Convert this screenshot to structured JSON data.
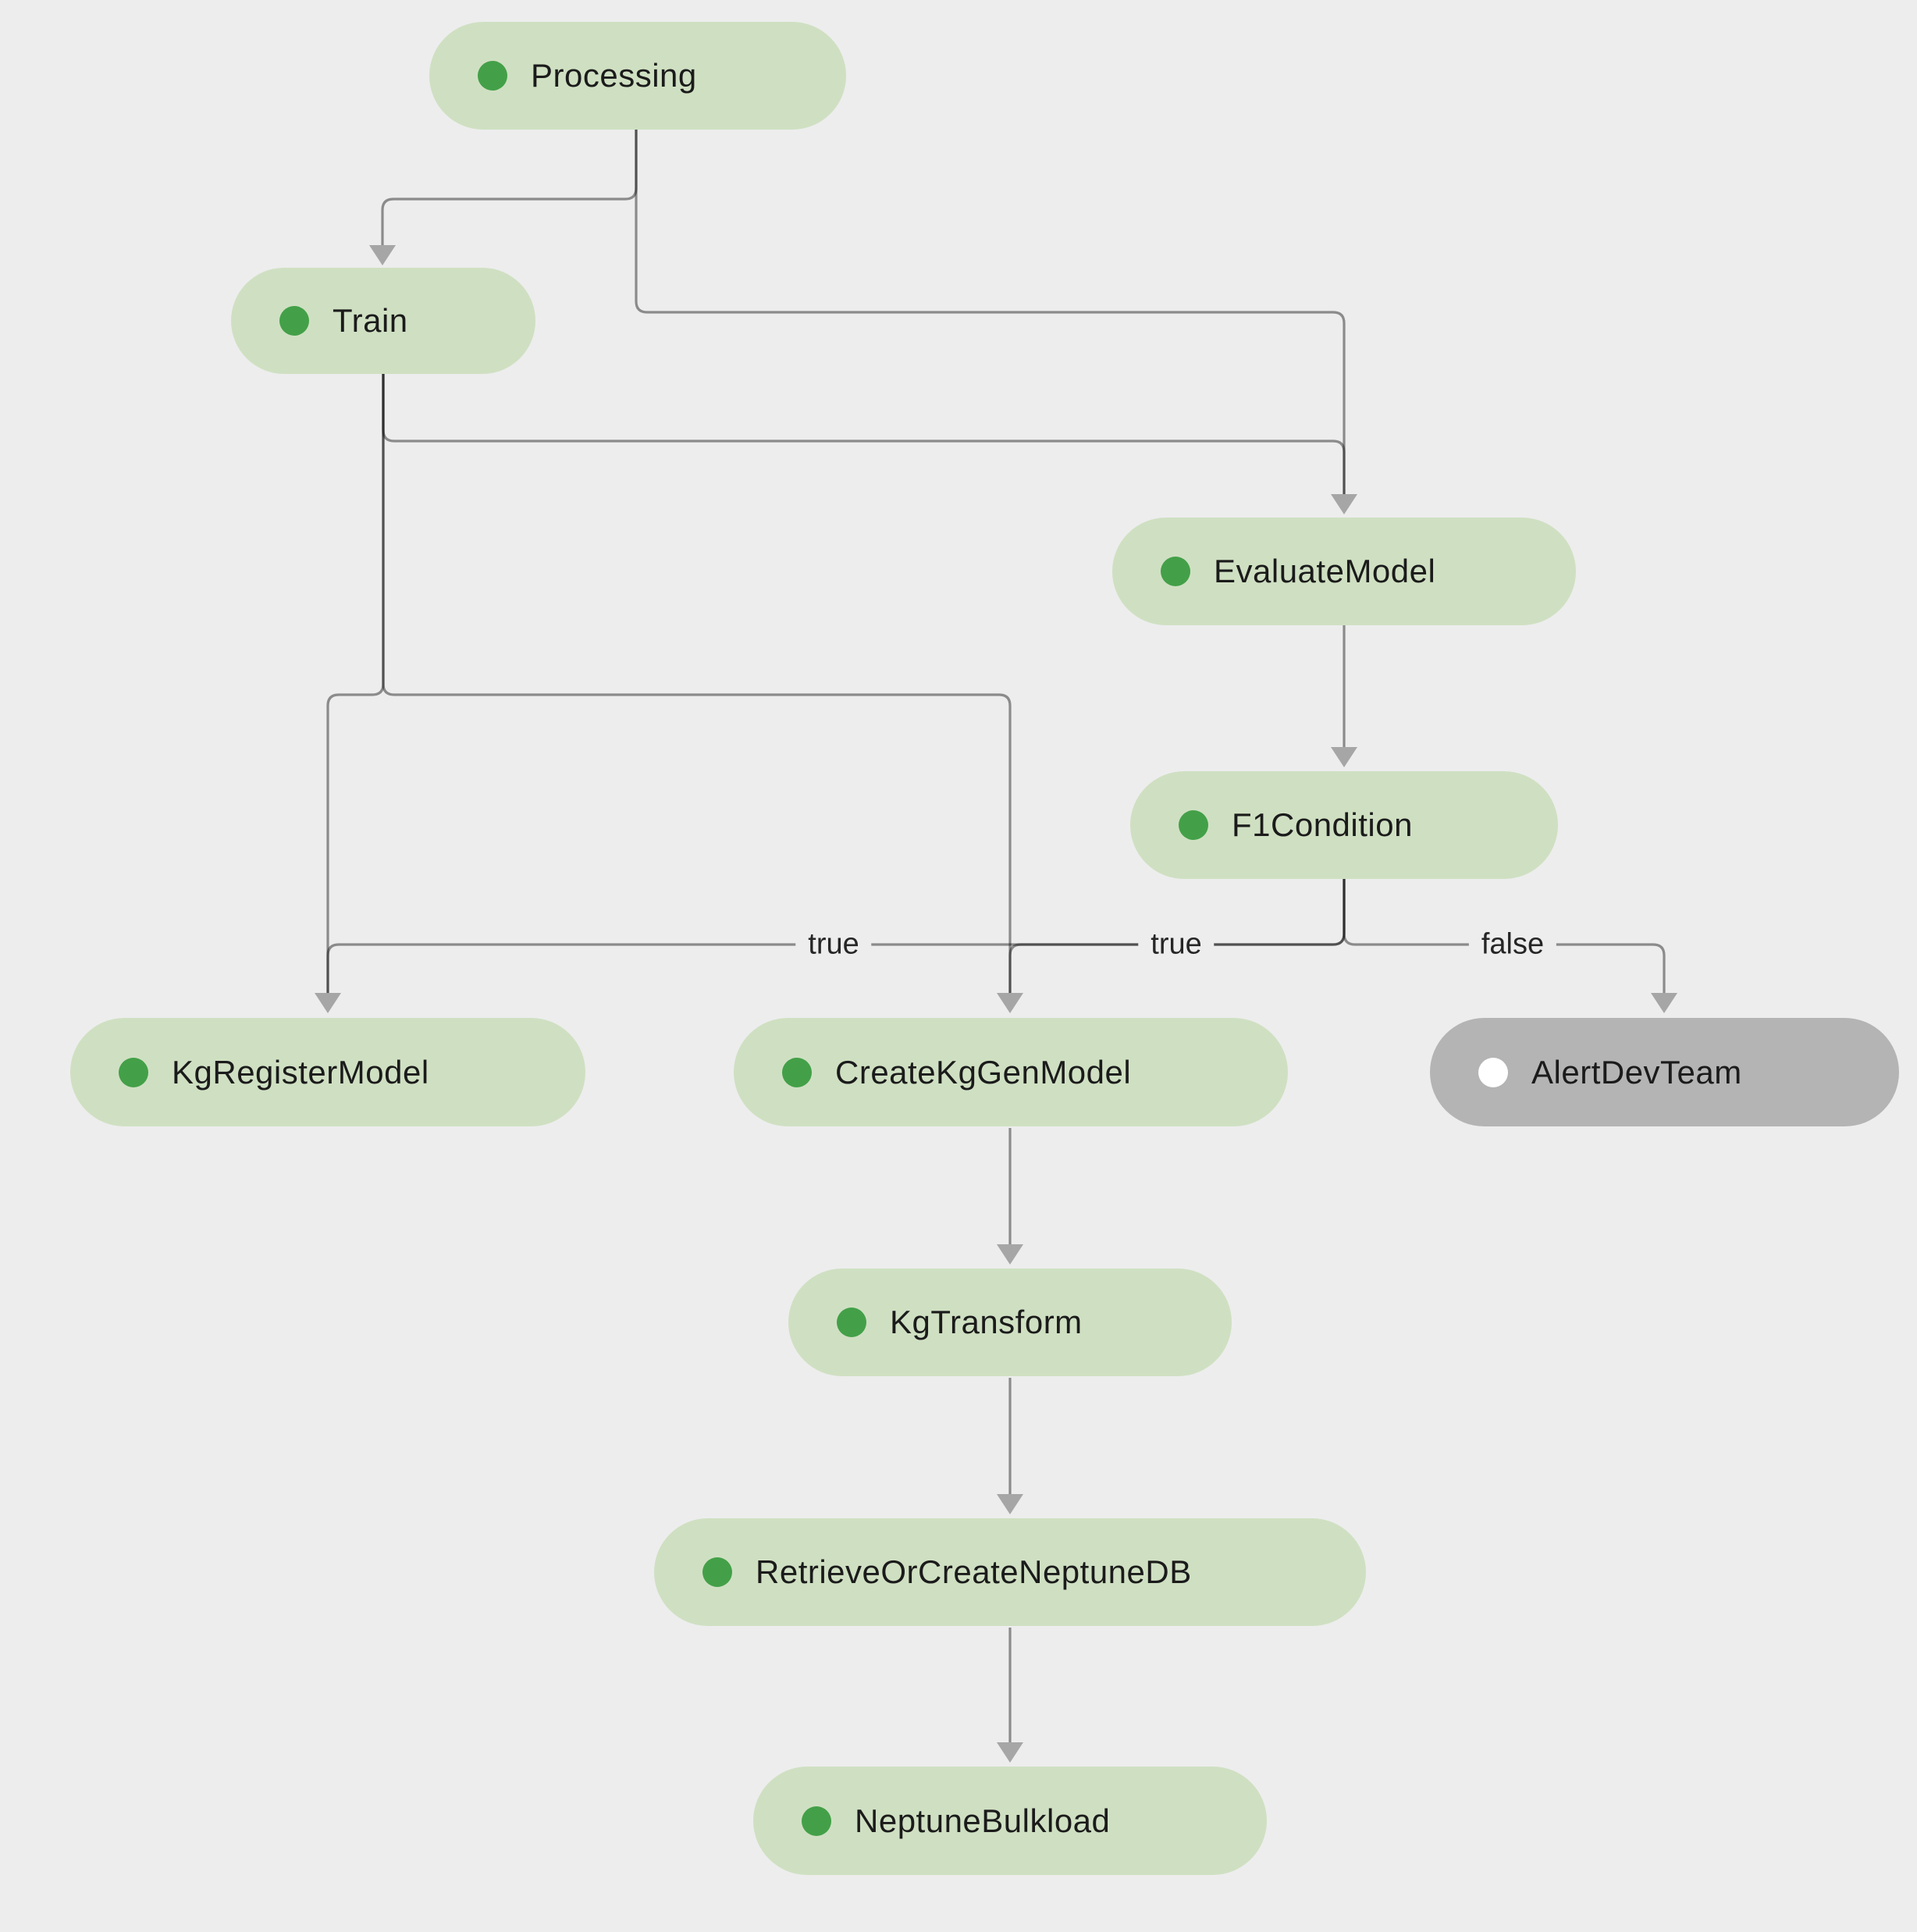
{
  "diagram": {
    "type": "pipeline-dag",
    "background_color": "#ededed",
    "colors": {
      "node_fill_succeeded": "#cfe0c2",
      "node_fill_not_executed": "#b4b4b4",
      "status_dot_succeeded": "#43a048",
      "status_dot_not_executed": "#ffffff",
      "node_text": "#1b1b1b",
      "edge_stroke": "#8c8c8c",
      "arrowhead": "#a6a6a6",
      "edge_label_text": "#262626"
    },
    "nodes": [
      {
        "id": "Processing",
        "label": "Processing",
        "status": "succeeded"
      },
      {
        "id": "Train",
        "label": "Train",
        "status": "succeeded"
      },
      {
        "id": "EvaluateModel",
        "label": "EvaluateModel",
        "status": "succeeded"
      },
      {
        "id": "F1Condition",
        "label": "F1Condition",
        "status": "succeeded"
      },
      {
        "id": "KgRegisterModel",
        "label": "KgRegisterModel",
        "status": "succeeded"
      },
      {
        "id": "CreateKgGenModel",
        "label": "CreateKgGenModel",
        "status": "succeeded"
      },
      {
        "id": "AlertDevTeam",
        "label": "AlertDevTeam",
        "status": "not-executed"
      },
      {
        "id": "KgTransform",
        "label": "KgTransform",
        "status": "succeeded"
      },
      {
        "id": "RetrieveOrCreateNeptuneDB",
        "label": "RetrieveOrCreateNeptuneDB",
        "status": "succeeded"
      },
      {
        "id": "NeptuneBulkload",
        "label": "NeptuneBulkload",
        "status": "succeeded"
      }
    ],
    "edges": [
      {
        "from": "Processing",
        "to": "Train",
        "label": ""
      },
      {
        "from": "Processing",
        "to": "EvaluateModel",
        "label": ""
      },
      {
        "from": "Train",
        "to": "EvaluateModel",
        "label": ""
      },
      {
        "from": "Train",
        "to": "KgRegisterModel",
        "label": ""
      },
      {
        "from": "Train",
        "to": "CreateKgGenModel",
        "label": ""
      },
      {
        "from": "EvaluateModel",
        "to": "F1Condition",
        "label": ""
      },
      {
        "from": "F1Condition",
        "to": "KgRegisterModel",
        "label": "true"
      },
      {
        "from": "F1Condition",
        "to": "CreateKgGenModel",
        "label": "true"
      },
      {
        "from": "F1Condition",
        "to": "AlertDevTeam",
        "label": "false"
      },
      {
        "from": "CreateKgGenModel",
        "to": "KgTransform",
        "label": ""
      },
      {
        "from": "KgTransform",
        "to": "RetrieveOrCreateNeptuneDB",
        "label": ""
      },
      {
        "from": "RetrieveOrCreateNeptuneDB",
        "to": "NeptuneBulkload",
        "label": ""
      }
    ]
  }
}
